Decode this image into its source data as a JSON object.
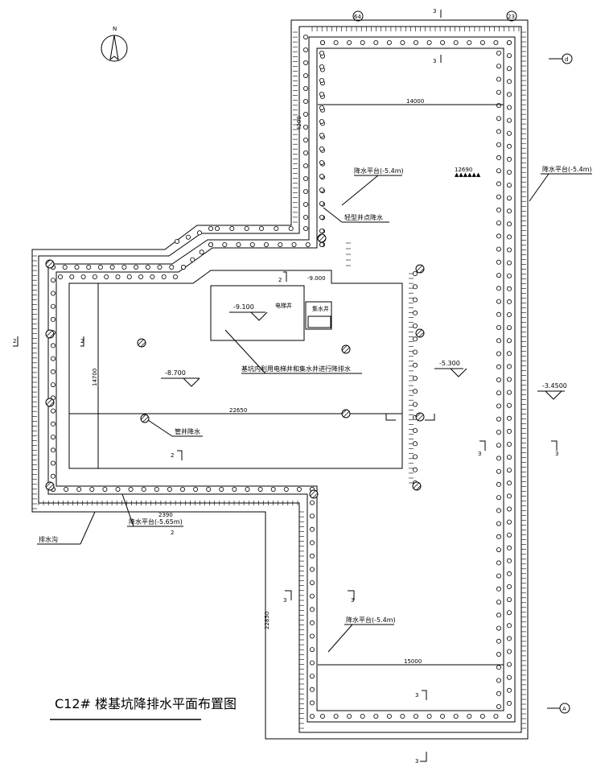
{
  "title": "C12# 楼基坑降排水平面布置图",
  "compass": {
    "north_label": "N"
  },
  "axis_labels": {
    "top_left": "64",
    "top_right": "23",
    "right_top": "d",
    "right_bottom": "A"
  },
  "notes": {
    "platform_top": "降水平台(-5.4m)",
    "platform_right": "降水平台(-5.4m)",
    "platform_bottom": "降水平台(-5.4m)",
    "platform_left": "降水平台(-5.65m)",
    "light_well": "轻型井点降水",
    "elevator_note": "基坑内利用电梯井和集水井进行降排水",
    "pipe_well": "管井降水",
    "drain_ditch": "排水沟"
  },
  "elevations": {
    "pit_core": "-9.100",
    "pit_main": "-8.700",
    "pit_right": "-5.300",
    "pit_outer": "-3.4500",
    "pit_small": "-9.000"
  },
  "small_labels": {
    "elevator": "电梯井",
    "sump": "集水井",
    "center_dim": "12690",
    "center_mark": "▲▲▲▲▲▲"
  },
  "section_marks": {
    "s_top": "3",
    "s_top2": "3",
    "s_right": "3",
    "s_right2": "3",
    "s_mid": "3",
    "s_low": "3",
    "s_low2": "3",
    "s_bottom": "3",
    "s_bottom2": "3",
    "s_left": "2",
    "s_left2": "2",
    "s_mid2": "2",
    "s_mid3": "2",
    "s_step": "2"
  },
  "dimensions": {
    "d_top": "14000",
    "d_bottom": "15000",
    "d_left": "2390",
    "d_mid": "22650",
    "d_v1": "14700",
    "d_v2": "4200",
    "d_v3": "22850"
  }
}
